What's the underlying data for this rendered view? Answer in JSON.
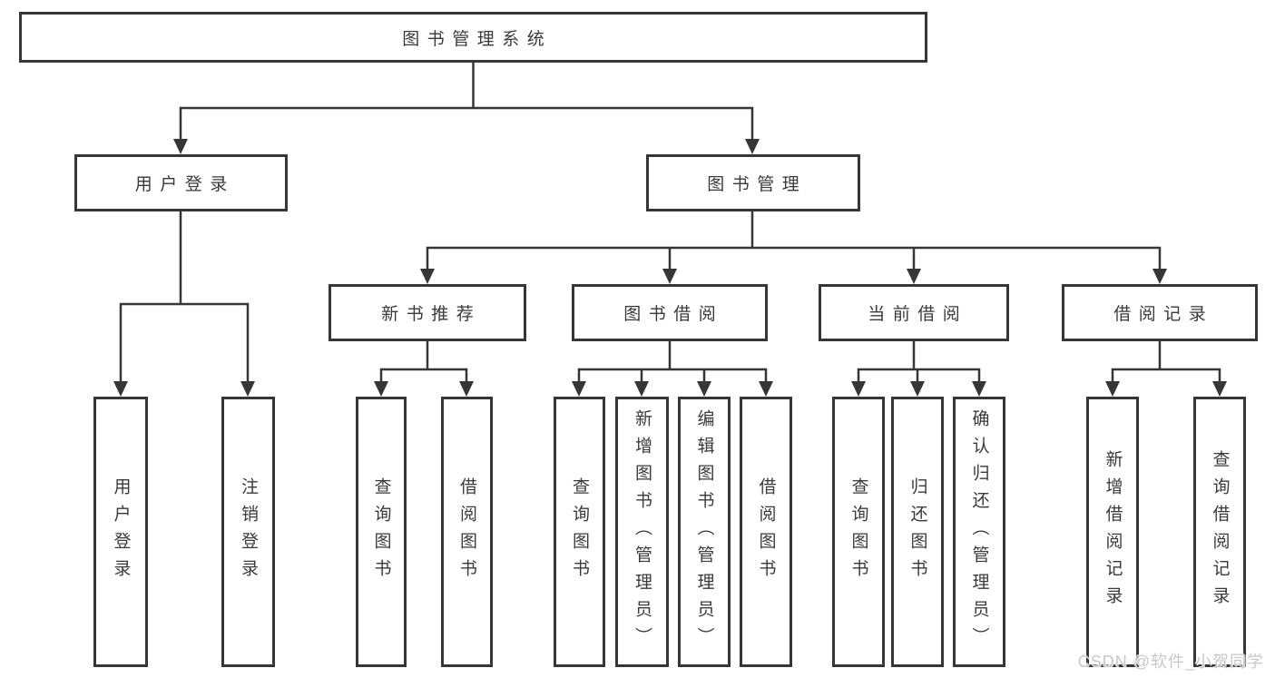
{
  "colors": {
    "line": "#363636",
    "text": "#3a3a3a",
    "box_fill": "#ffffff",
    "watermark": "#c8c8c8"
  },
  "diagram": {
    "root": {
      "label": "图书管理系统"
    },
    "user_login": {
      "label": "用户登录",
      "children": {
        "login": {
          "label": "用户登录"
        },
        "logout": {
          "label": "注销登录"
        }
      }
    },
    "book_mgmt": {
      "label": "图书管理",
      "children": {
        "new_book_rec": {
          "label": "新书推荐",
          "children": {
            "query_books": {
              "label": "查询图书"
            },
            "borrow_books": {
              "label": "借阅图书"
            }
          }
        },
        "book_borrow": {
          "label": "图书借阅",
          "children": {
            "query_books": {
              "label": "查询图书"
            },
            "add_book": {
              "label": "新增图书（管理员）"
            },
            "edit_book": {
              "label": "编辑图书（管理员）"
            },
            "borrow_books": {
              "label": "借阅图书"
            }
          }
        },
        "current_borrow": {
          "label": "当前借阅",
          "children": {
            "query_books": {
              "label": "查询图书"
            },
            "return_book": {
              "label": "归还图书"
            },
            "confirm_return": {
              "label": "确认归还（管理员）"
            }
          }
        },
        "borrow_records": {
          "label": "借阅记录",
          "children": {
            "add_record": {
              "label": "新增借阅记录"
            },
            "query_record": {
              "label": "查询借阅记录"
            }
          }
        }
      }
    }
  },
  "watermark": {
    "text": "CSDN @软件_小贺同学"
  }
}
